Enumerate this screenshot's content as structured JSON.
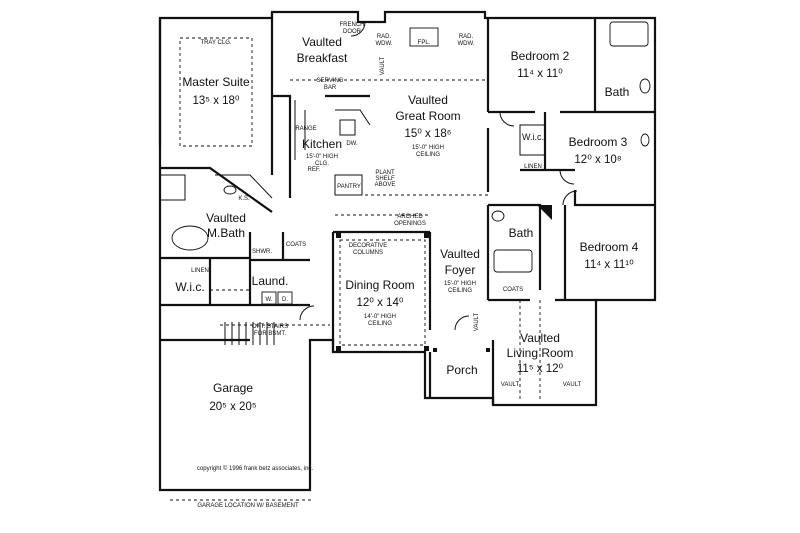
{
  "rooms": {
    "master_suite": {
      "name": "Master Suite",
      "dim": "13⁵ x 18⁰"
    },
    "vaulted_breakfast": {
      "name1": "Vaulted",
      "name2": "Breakfast"
    },
    "kitchen": {
      "name": "Kitchen",
      "note1": "15'-0\" HIGH",
      "note2": "CLG."
    },
    "great_room": {
      "name1": "Vaulted",
      "name2": "Great Room",
      "dim": "15⁰ x 18⁶",
      "note1": "15'-0\" HIGH",
      "note2": "CEILING"
    },
    "bedroom2": {
      "name": "Bedroom 2",
      "dim": "11⁴ x 11⁰"
    },
    "bedroom3": {
      "name": "Bedroom 3",
      "dim": "12⁰ x 10⁸"
    },
    "bedroom4": {
      "name": "Bedroom 4",
      "dim": "11⁴ x 11¹⁰"
    },
    "bath_top": {
      "name": "Bath"
    },
    "bath_mid": {
      "name": "Bath"
    },
    "wic_bed3": {
      "name": "W.i.c."
    },
    "m_bath": {
      "name1": "Vaulted",
      "name2": "M.Bath"
    },
    "wic_master": {
      "name": "W.i.c."
    },
    "laundry": {
      "name": "Laund."
    },
    "dining": {
      "name": "Dining Room",
      "dim": "12⁰ x 14⁰",
      "note1": "14'-0\" HIGH",
      "note2": "CEILING"
    },
    "foyer": {
      "name1": "Vaulted",
      "name2": "Foyer",
      "note1": "15'-0\" HIGH",
      "note2": "CEILING"
    },
    "living": {
      "name1": "Vaulted",
      "name2": "Living Room",
      "dim": "11⁵ x 12⁰"
    },
    "porch": {
      "name": "Porch"
    },
    "garage": {
      "name": "Garage",
      "dim": "20⁵ x 20⁵"
    }
  },
  "labels": {
    "tray_clg": "TRAY CLG.",
    "french_door1": "FRENCH",
    "french_door2": "DOOR",
    "rad_wdw_left1": "RAD.",
    "rad_wdw_left2": "WDW.",
    "rad_wdw_right1": "RAD.",
    "rad_wdw_right2": "WDW.",
    "fpl": "FPL.",
    "vault": "VAULT",
    "serving_bar1": "SERVING",
    "serving_bar2": "BAR",
    "range": "RANGE",
    "dw": "DW.",
    "ref": "REF.",
    "pantry": "PANTRY",
    "plant_shelf1": "PLANT",
    "plant_shelf2": "SHELF",
    "plant_shelf3": "ABOVE",
    "arched1": "ARCHED",
    "arched2": "OPENINGS",
    "decorative1": "DECORATIVE",
    "decorative2": "COLUMNS",
    "ks": "K.S.",
    "shwr": "SHWR.",
    "coats_left": "COATS",
    "coats_right": "COATS",
    "linen_master": "LINEN",
    "linen_bed3": "LINEN",
    "washer": "W.",
    "dryer": "D.",
    "opt_stairs1": "OPT. STAIRS",
    "opt_stairs2": "FOR BSMT.",
    "vault_foyer": "VAULT",
    "vault_living_left": "VAULT",
    "vault_living_right": "VAULT",
    "copyright": "copyright © 1996 frank betz associates, inc.",
    "garage_location": "GARAGE LOCATION W/ BASEMENT"
  }
}
